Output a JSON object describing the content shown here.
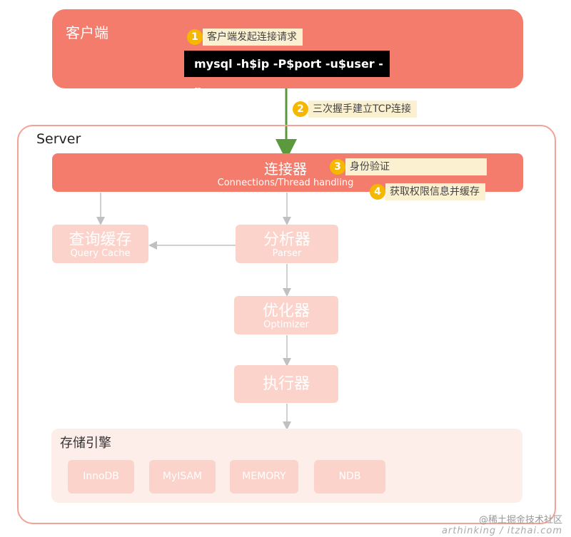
{
  "client": {
    "title": "客户端",
    "step1": {
      "num": "1",
      "text": "客户端发起连接请求"
    },
    "command": "mysql -h$ip -P$port -u$user -p"
  },
  "handshake": {
    "num": "2",
    "text": "三次握手建立TCP连接"
  },
  "server": {
    "title": "Server",
    "connector": {
      "title": "连接器",
      "subtitle": "Connections/Thread handling"
    },
    "step3": {
      "num": "3",
      "text": "身份验证"
    },
    "step4": {
      "num": "4",
      "text": "获取权限信息并缓存"
    },
    "query_cache": {
      "title": "查询缓存",
      "subtitle": "Query Cache"
    },
    "parser": {
      "title": "分析器",
      "subtitle": "Parser"
    },
    "optimizer": {
      "title": "优化器",
      "subtitle": "Optimizer"
    },
    "executor": {
      "title": "执行器"
    },
    "storage": {
      "title": "存储引擎",
      "engines": [
        "InnoDB",
        "MyISAM",
        "MEMORY",
        "NDB"
      ]
    }
  },
  "watermark": {
    "site": "@稀土掘金技术社区",
    "author": "arthinking / itzhai.com"
  },
  "colors": {
    "primary": "#f47c6c",
    "light": "#fcd3cb",
    "badge": "#f5b700",
    "arrow_green": "#5b9a3c"
  }
}
